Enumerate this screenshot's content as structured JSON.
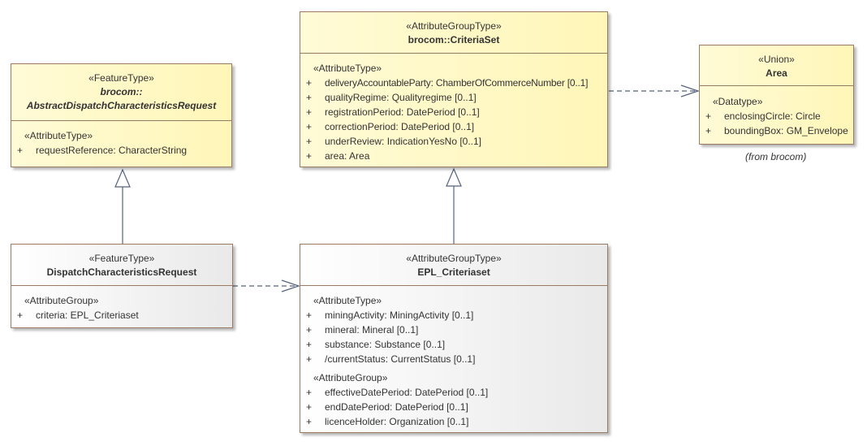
{
  "classes": {
    "abstract_request": {
      "stereotype": "«FeatureType»",
      "name_line1": "brocom::",
      "name_line2": "AbstractDispatchCharacteristicsRequest",
      "section": "«AttributeType»",
      "attributes": [
        {
          "vis": "+",
          "text": "requestReference: CharacterString"
        }
      ]
    },
    "criteria_set": {
      "stereotype": "«AttributeGroupType»",
      "name": "brocom::CriteriaSet",
      "section": "«AttributeType»",
      "attributes": [
        {
          "vis": "+",
          "text": "deliveryAccountableParty: ChamberOfCommerceNumber [0..1]"
        },
        {
          "vis": "+",
          "text": "qualityRegime: Qualityregime [0..1]"
        },
        {
          "vis": "+",
          "text": "registrationPeriod: DatePeriod [0..1]"
        },
        {
          "vis": "+",
          "text": "correctionPeriod: DatePeriod [0..1]"
        },
        {
          "vis": "+",
          "text": "underReview: IndicationYesNo [0..1]"
        },
        {
          "vis": "+",
          "text": "area: Area"
        }
      ]
    },
    "area": {
      "stereotype": "«Union»",
      "name": "Area",
      "section": "«Datatype»",
      "attributes": [
        {
          "vis": "+",
          "text": "enclosingCircle: Circle"
        },
        {
          "vis": "+",
          "text": "boundingBox: GM_Envelope"
        }
      ],
      "from_note": "(from brocom)"
    },
    "dispatch_request": {
      "stereotype": "«FeatureType»",
      "name": "DispatchCharacteristicsRequest",
      "section": "«AttributeGroup»",
      "attributes": [
        {
          "vis": "+",
          "text": "criteria: EPL_Criteriaset"
        }
      ]
    },
    "epl_criteriaset": {
      "stereotype": "«AttributeGroupType»",
      "name": "EPL_Criteriaset",
      "section1": "«AttributeType»",
      "attributes1": [
        {
          "vis": "+",
          "text": "miningActivity: MiningActivity [0..1]"
        },
        {
          "vis": "+",
          "text": "mineral: Mineral [0..1]"
        },
        {
          "vis": "+",
          "text": "substance: Substance [0..1]"
        },
        {
          "vis": "+",
          "text": "/currentStatus: CurrentStatus [0..1]"
        }
      ],
      "section2": "«AttributeGroup»",
      "attributes2": [
        {
          "vis": "+",
          "text": "effectiveDatePeriod: DatePeriod [0..1]"
        },
        {
          "vis": "+",
          "text": "endDatePeriod: DatePeriod [0..1]"
        },
        {
          "vis": "+",
          "text": "licenceHolder: Organization [0..1]"
        }
      ]
    }
  },
  "connectors": [
    {
      "type": "generalization",
      "from": "dispatch_request",
      "to": "abstract_request"
    },
    {
      "type": "generalization",
      "from": "epl_criteriaset",
      "to": "criteria_set"
    },
    {
      "type": "dependency",
      "from": "dispatch_request",
      "to": "epl_criteriaset"
    },
    {
      "type": "dependency",
      "from": "criteria_set",
      "to": "area"
    }
  ],
  "colors": {
    "yellow_fill": "#fff6b8",
    "grey_fill": "#e9e9e9",
    "border": "#9a7a62",
    "connector": "#56627a"
  }
}
